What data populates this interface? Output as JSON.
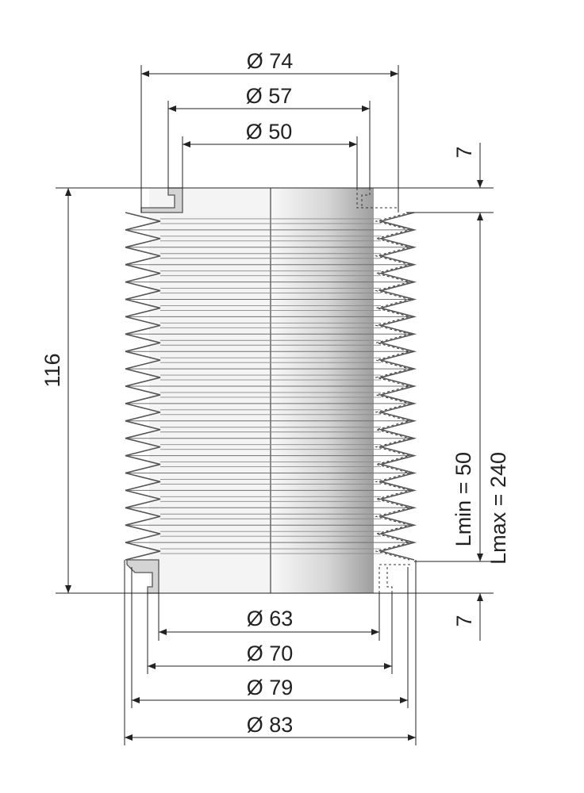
{
  "dimensions": {
    "top_outer": "Ø 74",
    "top_mid": "Ø 57",
    "top_inner": "Ø 50",
    "bottom_inner": "Ø 63",
    "bottom_mid": "Ø 70",
    "bottom_outer": "Ø 79",
    "bottom_overall": "Ø 83",
    "height": "116",
    "top_flange_height": "7",
    "bottom_flange_height": "7",
    "lmin": "Lmin =   50",
    "lmax": "Lmax = 240"
  },
  "colors": {
    "line": "#222222",
    "body_fill_light": "#f7f7f7",
    "body_fill_dark": "#a9a9a9",
    "fold_stroke": "#555555"
  }
}
